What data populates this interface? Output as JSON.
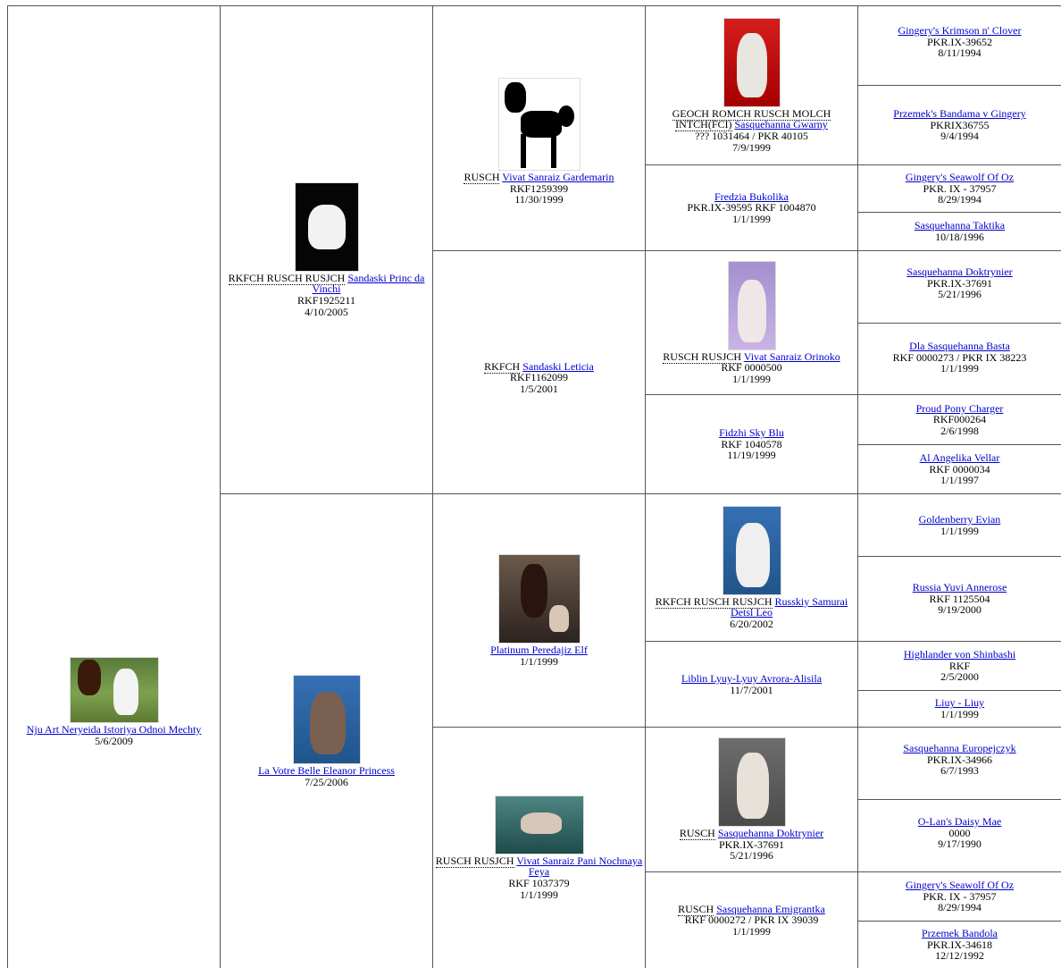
{
  "pedigree": {
    "subject": {
      "name": "Nju Art Neryeida Istoriya Odnoi Mechty",
      "dob": "5/6/2009",
      "photo": "dog-photo"
    },
    "sire": {
      "title": "RKFCH RUSCH RUSJCH",
      "name": "Sandaski Princ da Vinchi",
      "reg": "RKF1925211",
      "dob": "4/10/2005",
      "photo": "dog-photo"
    },
    "dam": {
      "name": "La Votre Belle Eleanor Princess",
      "dob": "7/25/2006",
      "photo": "dog-photo"
    },
    "ss": {
      "title": "RUSCH",
      "name": "Vivat Sanraiz Gardemarin",
      "reg": "RKF1259399",
      "dob": "11/30/1999",
      "photo": "dog-silhouette"
    },
    "sd": {
      "title": "RKFCH",
      "name": "Sandaski Leticia",
      "reg": "RKF1162099",
      "dob": "1/5/2001"
    },
    "ds": {
      "name": "Platinum Peredajiz Elf",
      "dob": "1/1/1999",
      "photo": "dog-photo"
    },
    "dd": {
      "title": "RUSCH RUSJCH",
      "name": "Vivat Sanraiz Pani Nochnaya Feya",
      "reg": "RKF 1037379",
      "dob": "1/1/1999",
      "photo": "dog-photo"
    },
    "sss": {
      "title": "GEOCH ROMCH RUSCH MOLCH INTCH(FCI)",
      "name": "Sasquehanna Gwarny",
      "reg": "??? 1031464 / PKR 40105",
      "dob": "7/9/1999",
      "photo": "dog-photo"
    },
    "ssd": {
      "name": "Fredzia Bukolika",
      "reg": "PKR.IX-39595 RKF 1004870",
      "dob": "1/1/1999"
    },
    "sds": {
      "title": "RUSCH RUSJCH",
      "name": "Vivat Sanraiz Orinoko",
      "reg": "RKF 0000500",
      "dob": "1/1/1999",
      "photo": "dog-photo"
    },
    "sdd": {
      "name": "Fidzhi Sky Blu",
      "reg": "RKF 1040578",
      "dob": "11/19/1999"
    },
    "dss": {
      "title": "RKFCH RUSCH RUSJCH",
      "name": "Russkiy Samurai Detsl Leo",
      "dob": "6/20/2002",
      "photo": "dog-photo"
    },
    "dsd": {
      "name": "Liblin Lyuy-Lyuy Avrora-Alisila",
      "dob": "11/7/2001"
    },
    "dds": {
      "title": "RUSCH",
      "name": "Sasquehanna Doktrynier",
      "reg": "PKR.IX-37691",
      "dob": "5/21/1996",
      "photo": "dog-photo"
    },
    "ddd": {
      "title": "RUSCH",
      "name": "Sasquehanna Emigrantka",
      "reg": "RKF 0000272 / PKR IX 39039",
      "dob": "1/1/1999"
    },
    "g5": [
      {
        "name": "Gingery's Krimson n' Clover",
        "reg": "PKR.IX-39652",
        "dob": "8/11/1994"
      },
      {
        "name": "Przemek's Bandama v Gingery",
        "reg": "PKRIX36755",
        "dob": "9/4/1994"
      },
      {
        "name": "Gingery's Seawolf Of Oz",
        "reg": "PKR. IX - 37957",
        "dob": "8/29/1994"
      },
      {
        "name": "Sasquehanna Taktika",
        "reg": "",
        "dob": "10/18/1996"
      },
      {
        "name": "Sasquehanna Doktrynier",
        "reg": "PKR.IX-37691",
        "dob": "5/21/1996"
      },
      {
        "name": "Dla Sasquehanna Basta",
        "reg": "RKF 0000273 / PKR IX 38223",
        "dob": "1/1/1999"
      },
      {
        "name": "Proud Pony Charger",
        "reg": "RKF000264",
        "dob": "2/6/1998"
      },
      {
        "name": "Al Angelika Vellar",
        "reg": "RKF 0000034",
        "dob": "1/1/1997"
      },
      {
        "name": "Goldenberry Evian",
        "reg": "",
        "dob": "1/1/1999"
      },
      {
        "name": "Russia Yuvi Annerose",
        "reg": "RKF 1125504",
        "dob": "9/19/2000"
      },
      {
        "name": "Highlander von Shinbashi",
        "reg": "RKF",
        "dob": "2/5/2000"
      },
      {
        "name": "Liuy - Liuy",
        "reg": "",
        "dob": "1/1/1999"
      },
      {
        "name": "Sasquehanna Europejczyk",
        "reg": "PKR.IX-34966",
        "dob": "6/7/1993"
      },
      {
        "name": "O-Lan's Daisy Mae",
        "reg": "0000",
        "dob": "9/17/1990"
      },
      {
        "name": "Gingery's Seawolf Of Oz",
        "reg": "PKR. IX - 37957",
        "dob": "8/29/1994"
      },
      {
        "name": "Przemek Bandola",
        "reg": "PKR.IX-34618",
        "dob": "12/12/1992"
      }
    ]
  }
}
